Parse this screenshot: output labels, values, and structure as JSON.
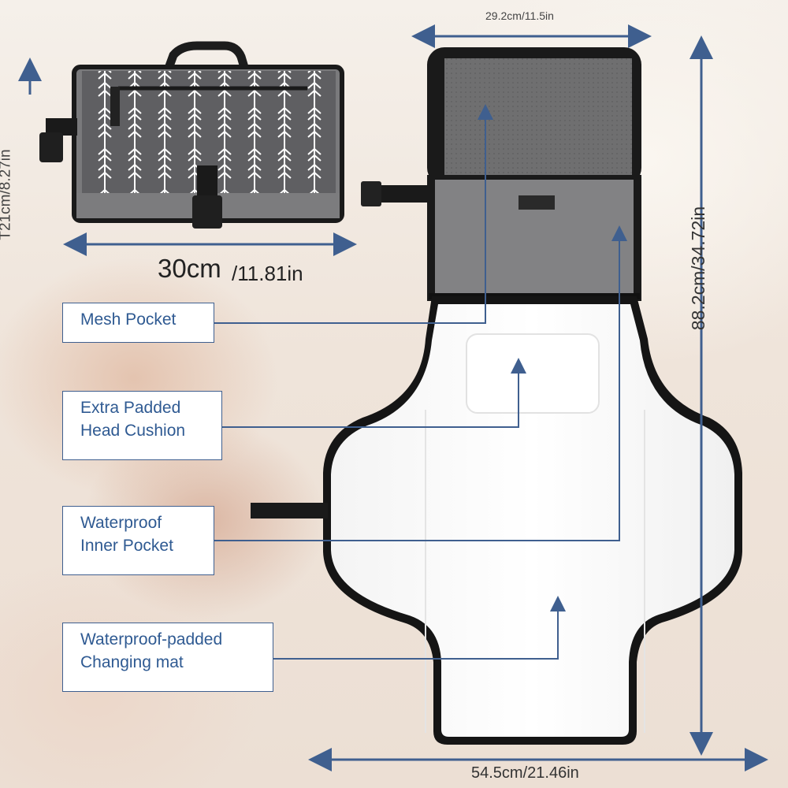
{
  "dimensions": {
    "folded_height": "T21cm/8.27in",
    "folded_width_cm": "30cm",
    "folded_width_in": "/11.81in",
    "open_top_width": "29.2cm/11.5in",
    "open_length": "88.2cm/34.72in",
    "open_width": "54.5cm/21.46in"
  },
  "callouts": {
    "mesh_pocket": {
      "line1": "Mesh Pocket"
    },
    "head_cushion": {
      "line1": "Extra Padded",
      "line2": "Head Cushion"
    },
    "inner_pocket": {
      "line1": "Waterproof",
      "line2": "Inner Pocket"
    },
    "changing_mat": {
      "line1": "Waterproof-padded",
      "line2": "Changing mat"
    }
  },
  "colors": {
    "accent_arrow": "#3f5f8f",
    "callout_text": "#2f5a92",
    "bag_gray": "#6b6b6d",
    "mat_white": "#fbfbfb",
    "binding_black": "#141414"
  }
}
